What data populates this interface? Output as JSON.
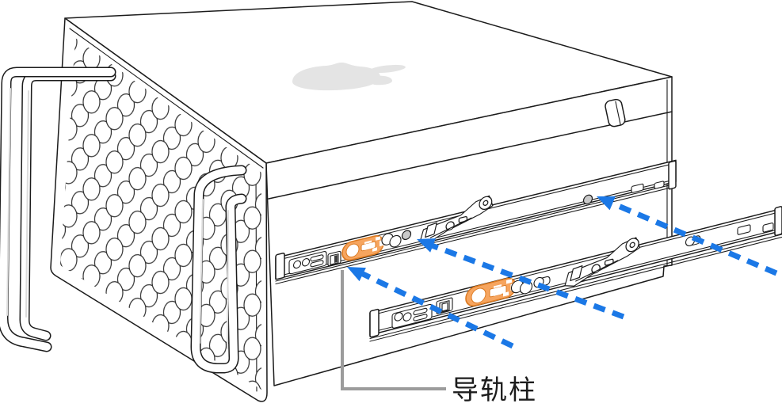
{
  "callout": {
    "label": "导轨柱"
  },
  "arrows": {
    "count": 3,
    "style": "dashed",
    "direction": "up-left"
  },
  "icons": {
    "apple_logo": "apple-logo",
    "rail_lock": "orange-slide-lock",
    "rail_post": "rail-post-peg"
  },
  "colors": {
    "outline": "#1b1b1b",
    "background": "#ffffff",
    "arrow_blue": "#1b78e6",
    "lock_fill": "#f6a55f",
    "lock_stroke": "#dd7b22",
    "logo_gray": "#e4e4e4",
    "callout_gray": "#9c9c9c",
    "peg_gray": "#c9c9c9",
    "post_dark": "#3c3c3c",
    "label_text": "#1c1c1c"
  }
}
